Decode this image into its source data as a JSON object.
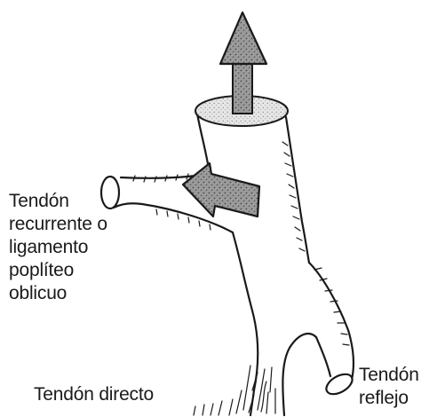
{
  "labels": {
    "recurrente": "Tendón\nrecurrente o\nligamento\npoplíteo\noblicuo",
    "directo": "Tendón directo",
    "reflejo": "Tendón\nreflejo"
  },
  "colors": {
    "ink": "#1a1a1a",
    "arrow_fill": "#8a8a8a",
    "cut_surface": "#d9d9d9",
    "background": "#ffffff"
  },
  "icons": {
    "upward_arrow": "up-arrow-icon",
    "inward_arrow": "left-arrow-icon"
  }
}
